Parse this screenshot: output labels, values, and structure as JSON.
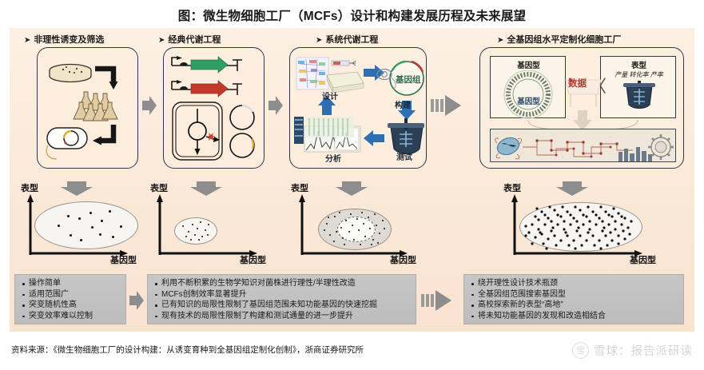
{
  "title": "图：微生物细胞工厂（MCFs）设计和构建发展历程及未来展望",
  "sections": [
    {
      "marker": "➤",
      "label": "非理性诱变及筛选"
    },
    {
      "marker": "➤",
      "label": "经典代谢工程"
    },
    {
      "marker": "➤",
      "label": "系统代谢工程"
    },
    {
      "marker": "➤",
      "label": "全基因组水平定制化细胞工厂"
    }
  ],
  "panel3": {
    "design": "设计",
    "build": "构建",
    "test": "测试",
    "analyze": "分析",
    "genome": "基因组"
  },
  "panel4": {
    "genotype_title": "基因型",
    "genotype_inner": "基因型",
    "phenotype_title": "表型",
    "phenotype_metrics": "产量  转化率  产率",
    "data": "数据",
    "left_paren": "〉",
    "right_paren": "〈"
  },
  "plots": {
    "y_label": "表型",
    "x_label": "基因型",
    "items": [
      {
        "name": "sparse-scatter",
        "dot_count": 12
      },
      {
        "name": "small-dense-scatter",
        "dot_count": 13
      },
      {
        "name": "medium-dense-scatter",
        "dot_count": 40
      },
      {
        "name": "full-dense-scatter",
        "dot_count": 120
      }
    ]
  },
  "bullets": [
    {
      "name": "mutagenesis-notes",
      "items": [
        "操作简单",
        "适用范围广",
        "突变随机性高",
        "突变效率难以控制"
      ]
    },
    {
      "name": "metabolic-engineering-notes",
      "items": [
        "利用不断积累的生物学知识对菌株进行理性/半理性改造",
        "MCFs创制效率显著提升",
        "已有知识的局限性限制了基因组范围未知功能基因的快速挖掘",
        "现有技术的局限性限制了构建和测试通量的进一步提升"
      ]
    },
    {
      "name": "genome-scale-notes",
      "items": [
        "绕开理性设计技术瓶颈",
        "全基因组范围搜索基因型",
        "高校探索新的表型“高地”",
        "将未知功能基因的发现和改造相结合"
      ]
    }
  ],
  "footer": {
    "source": "资料来源：《微生物细胞工厂的设计构建：从诱变育种到全基因组定制化创制》，浙商证券研究所",
    "watermark": "雪球：报告派研读",
    "watermark_logo": "雪"
  },
  "colors": {
    "canvas_top": "#fdf0e2",
    "canvas_bottom": "#f8e3cf",
    "stage_border": "#2b3a4a",
    "bullet_box": "#c2c2c2",
    "gene_green": "#2e9e63",
    "gene_red": "#c0392b",
    "blue_arrow": "#2c6fb5",
    "data_red": "#b03a2e"
  }
}
